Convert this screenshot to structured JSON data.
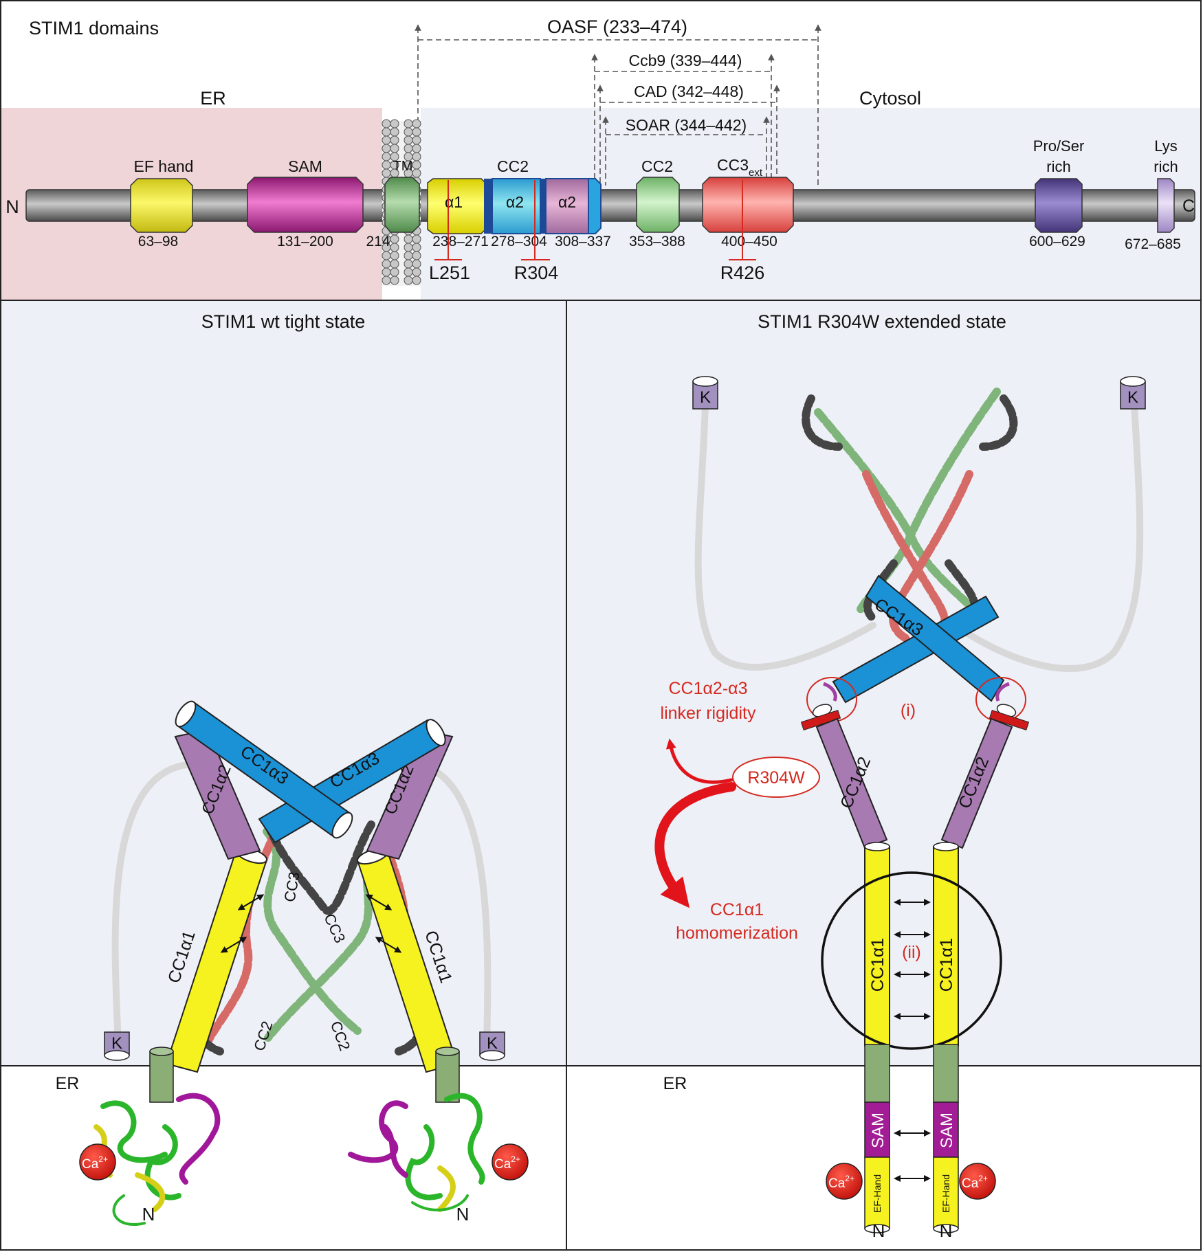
{
  "header": {
    "title": "STIM1 domains",
    "er": "ER",
    "cytosol": "Cytosol"
  },
  "fragments": {
    "oasf": "OASF (233–474)",
    "ccb9": "Ccb9 (339–444)",
    "cad": "CAD (342–448)",
    "soar": "SOAR (344–442)"
  },
  "domains": {
    "n_term": "N",
    "c_term": "C",
    "ef_hand": "EF hand",
    "ef_range": "63–98",
    "sam": "SAM",
    "sam_range": "131–200",
    "tm": "TM",
    "tm_pos": "214",
    "cc1": "CC2",
    "a1": "α1",
    "a1_range": "238–271",
    "a2a": "α2",
    "a2a_range": "278–304",
    "a2b": "α2",
    "a2b_range": "308–337",
    "cc2": "CC2",
    "cc2_range": "353–388",
    "cc3": "CC3",
    "cc3_sub": "ext",
    "cc3_range": "400–450",
    "pro_ser": "Pro/Ser",
    "pro_ser2": "rich",
    "pro_range": "600–629",
    "lys": "Lys",
    "lys2": "rich",
    "lys_range": "672–685"
  },
  "mutations": {
    "l251": "L251",
    "r304": "R304",
    "r426": "R426"
  },
  "left_panel": {
    "title": "STIM1 wt tight state",
    "cc1a3_left": "CC1α3",
    "cc1a3_right": "CC1α3",
    "cc1a2_left": "CC1α2",
    "cc1a2_right": "CC1α2",
    "cc1a1_left": "CC1α1",
    "cc1a1_right": "CC1α1",
    "cc3_a": "CC3",
    "cc3_b": "CC3",
    "cc2_a": "CC2",
    "cc2_b": "CC2",
    "k_left": "K",
    "k_right": "K",
    "er": "ER",
    "ca_left": "Ca",
    "ca_right": "Ca",
    "ca_sup": "2+",
    "n_left": "N",
    "n_right": "N"
  },
  "right_panel": {
    "title": "STIM1 R304W extended state",
    "k_left": "K",
    "k_right": "K",
    "cc1a3": "CC1α3",
    "linker1": "CC1α2-α3",
    "linker2": "linker rigidity",
    "marker_i": "(i)",
    "mutation": "R304W",
    "homo1": "CC1α1",
    "homo2": "homomerization",
    "marker_ii": "(ii)",
    "cc1a2_left": "CC1α2",
    "cc1a2_right": "CC1α2",
    "cc1a1_left": "CC1α1",
    "cc1a1_right": "CC1α1",
    "sam_left": "SAM",
    "sam_right": "SAM",
    "ef_left": "EF-Hand",
    "ef_right": "EF-Hand",
    "ca_left": "Ca",
    "ca_right": "Ca",
    "ca_sup": "2+",
    "er": "ER",
    "n_left": "N",
    "n_right": "N"
  },
  "colors": {
    "er_bg": "#efd5d7",
    "cytosol_bg": "#eef0f7",
    "ef": "#f2ee3c",
    "sam": "#c8279a",
    "tm": "#7fb07a",
    "cc1a1": "#f6f21f",
    "cc1a2": "#a77bb2",
    "cc1a3": "#1b91d6",
    "cc2": "#8fcc88",
    "cc3": "#ec6f6a",
    "pro_ser": "#6b58a2",
    "lys": "#c5b4dc",
    "mutation_red": "#d42a20"
  }
}
